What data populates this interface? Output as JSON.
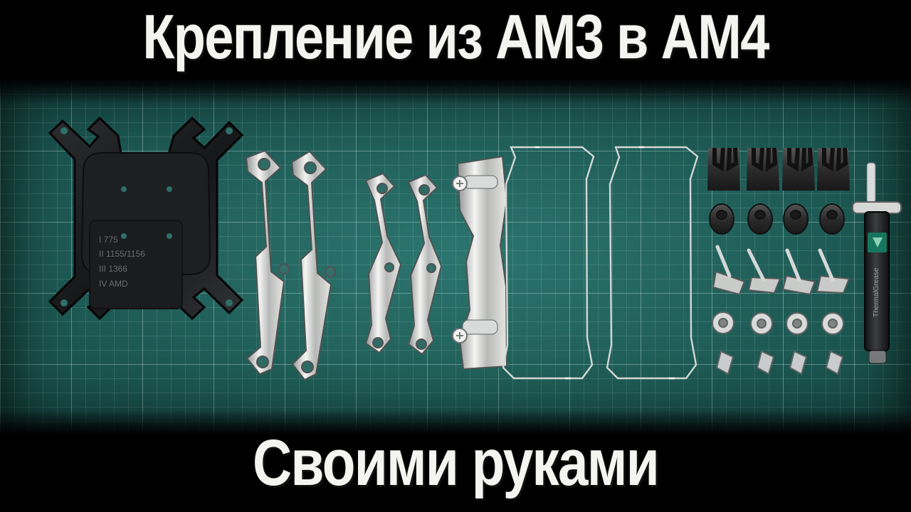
{
  "thumbnail": {
    "headline": "Крепление из АМ3 в АМ4",
    "subline": "Своими руками"
  },
  "hardware": {
    "backplate_sockets": {
      "line1": "Ι    775",
      "line2": "ΙΙ   1155/1156",
      "line3": "ΙΙΙ  1366",
      "line4": "ΙV   AMD"
    },
    "thermal_paste_label": "ThermalGrease"
  },
  "colors": {
    "mat": "#1f6d66",
    "text": "#f4f4f1",
    "metal": "#d8d9d7",
    "backplate": "#1b1d1f"
  }
}
